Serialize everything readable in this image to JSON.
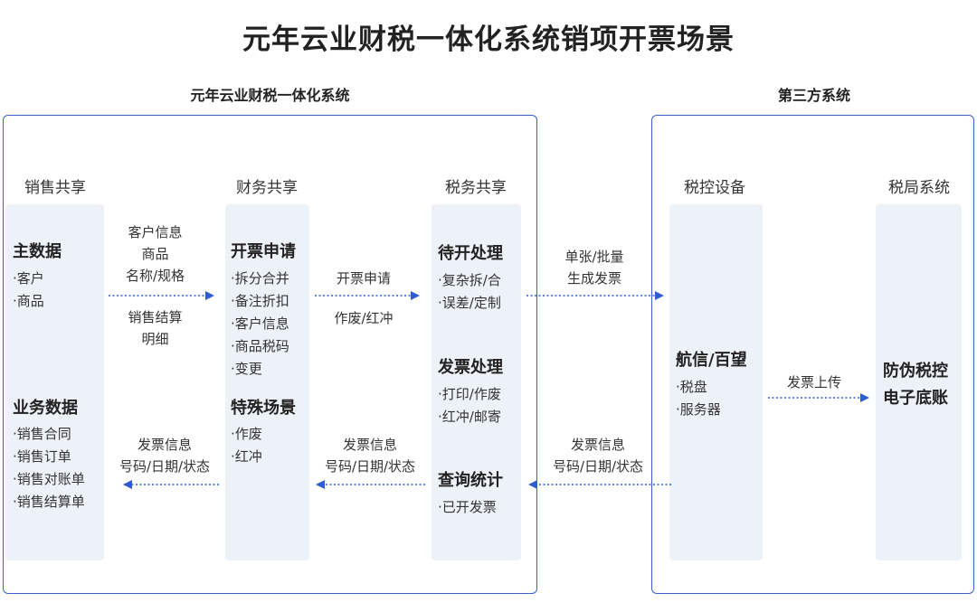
{
  "title": "元年云业财税一体化系统销项开票场景",
  "groups": {
    "internal": "元年云业财税一体化系统",
    "external": "第三方系统"
  },
  "columns": {
    "sales": {
      "heading": "销售共享",
      "sec1": "主数据",
      "sec1_items": [
        "·客户",
        "·商品"
      ],
      "sec2": "业务数据",
      "sec2_items": [
        "·销售合同",
        "·销售订单",
        "·销售对账单",
        "·销售结算单"
      ]
    },
    "finance": {
      "heading": "财务共享",
      "sec1": "开票申请",
      "sec1_items": [
        "·拆分合并",
        "·备注折扣",
        "·客户信息",
        "·商品税码",
        "·变更"
      ],
      "sec2": "特殊场景",
      "sec2_items": [
        "·作废",
        "·红冲"
      ]
    },
    "tax": {
      "heading": "税务共享",
      "sec1": "待开处理",
      "sec1_items": [
        "·复杂拆/合",
        "·误差/定制"
      ],
      "sec2": "发票处理",
      "sec2_items": [
        "·打印/作废",
        "·红冲/邮寄"
      ],
      "sec3": "查询统计",
      "sec3_items": [
        "·已开发票"
      ]
    },
    "device": {
      "heading": "税控设备",
      "sec1": "航信/百望",
      "sec1_items": [
        "·税盘",
        "·服务器"
      ]
    },
    "bureau": {
      "heading": "税局系统",
      "line1": "防伪税控",
      "line2": "电子底账"
    }
  },
  "flows": {
    "sales_to_finance_top": [
      "客户信息",
      "商品",
      "名称/规格"
    ],
    "sales_to_finance_bottom": [
      "销售结算",
      "明细"
    ],
    "finance_to_sales": [
      "发票信息",
      "号码/日期/状态"
    ],
    "finance_to_tax_top": "开票申请",
    "finance_to_tax_bottom": "作废/红冲",
    "tax_to_finance": [
      "发票信息",
      "号码/日期/状态"
    ],
    "tax_to_device": [
      "单张/批量",
      "生成发票"
    ],
    "device_to_tax": [
      "发票信息",
      "号码/日期/状态"
    ],
    "device_to_bureau": "发票上传"
  },
  "colors": {
    "frame": "#3a5fcd",
    "arrow": "#2f5bd3",
    "column_fill": "#edf1f8"
  }
}
